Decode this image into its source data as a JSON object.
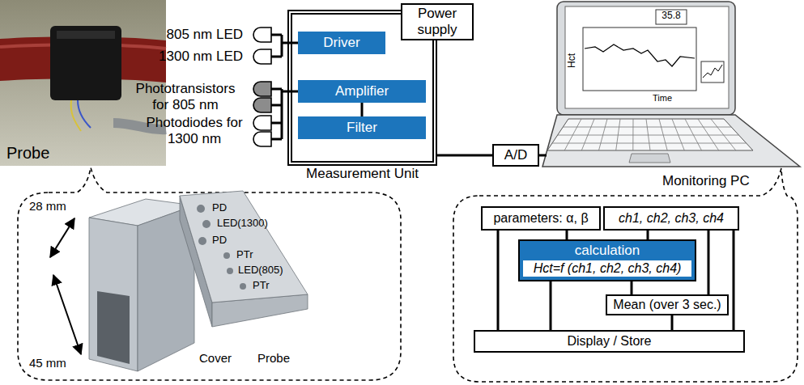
{
  "diagram": {
    "nodes": [
      {
        "text": [
          "Measurement Unit"
        ]
      },
      {
        "text": [
          "Power supply"
        ],
        "in": 0
      },
      {
        "text": [
          "Driver"
        ],
        "in": 0
      },
      {
        "text": [
          "Amplifier"
        ],
        "in": 0
      },
      {
        "text": [
          "Filter"
        ],
        "in": 0
      },
      {
        "text": [
          "A/D"
        ]
      },
      {
        "text": [
          "parameters: α, β"
        ]
      },
      {
        "text": [
          "ch1, ch2, ch3, ch4"
        ]
      },
      {
        "text": [
          "calculation",
          "Hct=f (ch1, ch2, ch3, ch4)"
        ]
      },
      {
        "text": [
          "Mean (over 3 sec.)"
        ]
      },
      {
        "text": [
          "Display / Store"
        ]
      }
    ],
    "edges": [
      {
        "from": 0,
        "to": 5,
        "arrow": "none"
      },
      {
        "from": 3,
        "to": 4,
        "arrow": "none"
      },
      {
        "from": 6,
        "to": 8,
        "arrow": "none"
      },
      {
        "from": 7,
        "to": 8,
        "arrow": "none"
      },
      {
        "from": 6,
        "to": 10,
        "arrow": "none"
      },
      {
        "from": 7,
        "to": 9,
        "arrow": "none"
      },
      {
        "from": 7,
        "to": 10,
        "arrow": "none"
      },
      {
        "from": 8,
        "to": 9,
        "arrow": "none"
      },
      {
        "from": 8,
        "to": 10,
        "arrow": "none"
      },
      {
        "from": 9,
        "to": 10,
        "arrow": "none"
      }
    ],
    "labels": [
      "Probe",
      "28 mm",
      "45 mm",
      "Cover",
      "Probe",
      "PD",
      "LED(1300)",
      "PD",
      "PTr",
      "LED(805)",
      "PTr",
      "805 nm LED",
      "1300 nm LED",
      "Phototransistors for 805 nm",
      "Photodiodes for 1300 nm",
      "Monitoring PC",
      "Hct",
      "Time",
      "35.8"
    ]
  }
}
